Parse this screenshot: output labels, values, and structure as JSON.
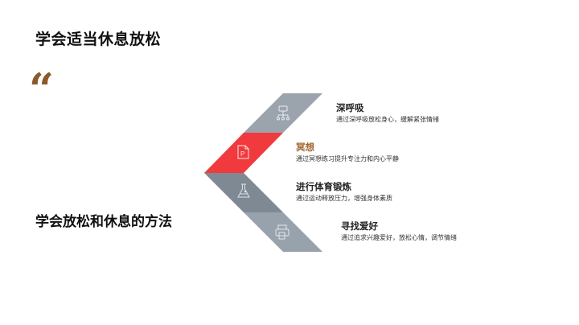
{
  "slide": {
    "title": "学会适当休息放松",
    "quote_mark": "“",
    "subtitle": "学会放松和休息的方法"
  },
  "colors": {
    "band_gray_top": "#9ba3ac",
    "band_red": "#f03a3e",
    "band_gray_mid": "#7f8993",
    "band_gray_bottom": "#98a2ac",
    "quote": "#8b5a2b",
    "accent_heading": "#a0672e"
  },
  "items": [
    {
      "icon": "org-chart-icon",
      "heading": "深呼吸",
      "desc": "通过深呼吸放松身心，缓解紧张情绪",
      "active": false
    },
    {
      "icon": "powerpoint-file-icon",
      "heading": "冥想",
      "desc": "通过冥想练习提升专注力和内心平静",
      "active": true
    },
    {
      "icon": "flask-icon",
      "heading": "进行体育锻炼",
      "desc": "通过运动释放压力，增强身体素质",
      "active": false
    },
    {
      "icon": "printer-icon",
      "heading": "寻找爱好",
      "desc": "通过追求兴趣爱好，放松心情，调节情绪",
      "active": false
    }
  ]
}
